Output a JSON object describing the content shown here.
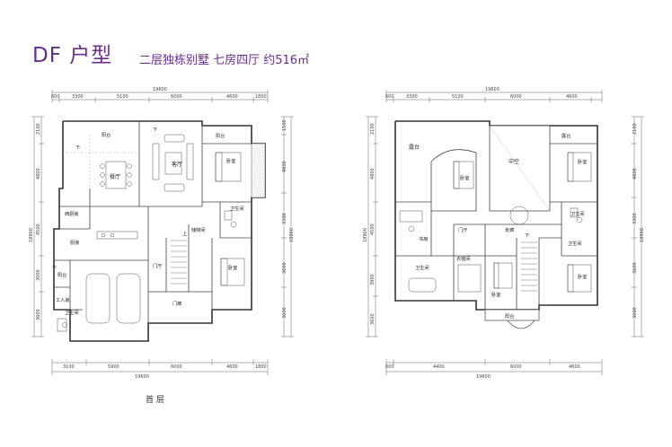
{
  "header": {
    "title": "DF 户型",
    "subtitle": "二层独栋别墅  七房四厅  约516㎡"
  },
  "floor1": {
    "label": "首 层",
    "top_dims": {
      "total": "19600",
      "parts": [
        "600",
        "3300",
        "5100",
        "6000",
        "4600",
        "1800"
      ]
    },
    "bottom_dims": {
      "total": "19600",
      "parts": [
        "3100",
        "5900",
        "6000",
        "4600",
        "1800"
      ]
    },
    "left_dims": [
      "2100",
      "4800",
      "4500",
      "18900",
      "3000",
      "3600"
    ],
    "right_dims": [
      "1500",
      "4800",
      "3300",
      "18900",
      "3600",
      "3600"
    ],
    "rooms": {
      "balcony_top": "阳台",
      "down1": "下",
      "down2": "下",
      "living": "客厅",
      "dining": "餐厅",
      "balcony_right": "阳台",
      "bedroom1": "卧室",
      "west_kitchen": "西厨房",
      "kitchen": "厨房",
      "bath1": "卫生间",
      "bedroom2": "卧室",
      "foyer": "门厅",
      "storage": "储物间",
      "porch": "门廊",
      "up": "上",
      "balcony_left": "阳台",
      "maid": "工人房",
      "bath2": "卫生间",
      "down3": "下"
    }
  },
  "floor2": {
    "top_dims": {
      "total": "19600",
      "parts": [
        "600",
        "3300",
        "5100",
        "6000",
        "4600"
      ]
    },
    "bottom_dims": {
      "total": "19600",
      "parts": [
        "600",
        "4400",
        "6000",
        "4600"
      ]
    },
    "left_dims": [
      "2100",
      "4800",
      "4500",
      "18900",
      "3900",
      "3600"
    ],
    "right_dims": [
      "2100",
      "4800",
      "3300",
      "18900",
      "3600",
      "3600"
    ],
    "rooms": {
      "terrace": "露台",
      "void": "中空",
      "balcony_tr": "露台",
      "bedroom1": "卧室",
      "bedroom2": "卧室",
      "bath1": "卫生间",
      "study": "书房",
      "hall": "门厅",
      "corridor": "走廊",
      "bath2": "卫生间",
      "closet": "衣帽间",
      "bedroom3": "卧室",
      "bedroom4": "卧室",
      "bath3": "卫生间",
      "balcony_bottom": "阳台",
      "down": "下"
    }
  },
  "colors": {
    "accent": "#6a2d8c",
    "wall": "#333333",
    "dim_line": "#666666"
  }
}
